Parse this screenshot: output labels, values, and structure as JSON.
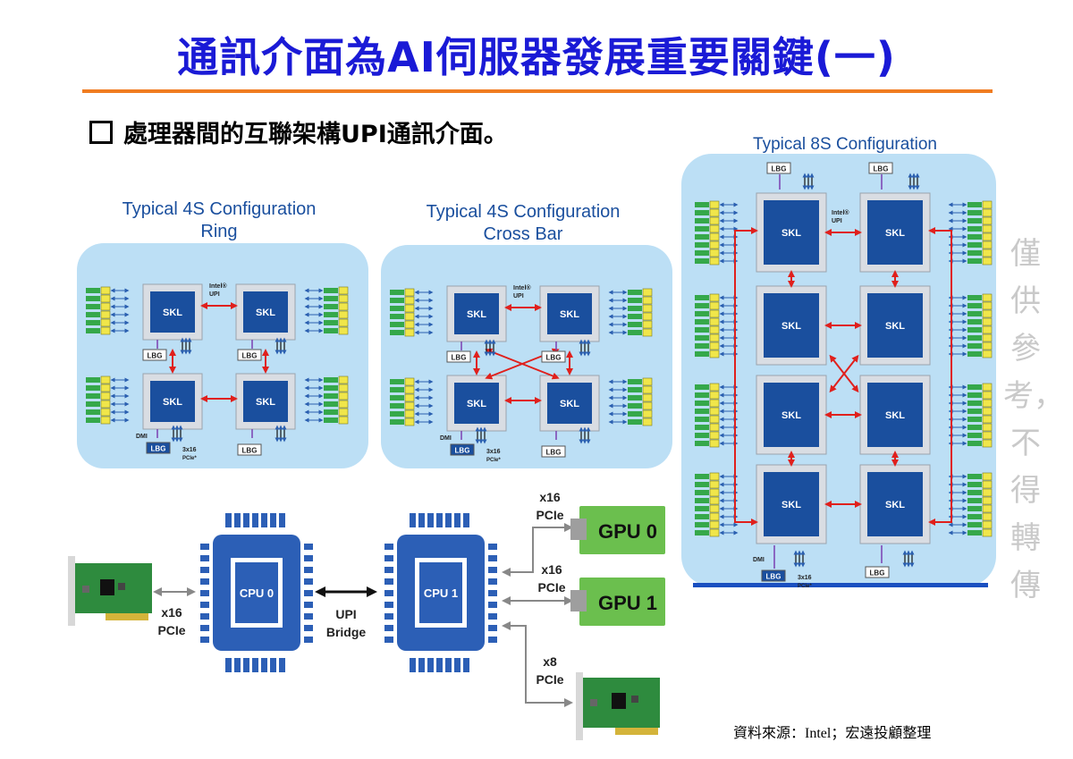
{
  "title": "通訊介面為AI伺服器發展重要關鍵(一)",
  "bullet": "處理器間的互聯架構UPI通訊介面。",
  "source": "資料來源：Intel；宏遠投顧整理",
  "watermark": "僅供參考，不得轉傳",
  "colors": {
    "title": "#1a1ad6",
    "rule": "#f07c20",
    "panel": "#bcdff5",
    "chip": "#1a4f9e",
    "link": "#e0201c",
    "gpu": "#6bbf4e"
  },
  "ring": {
    "title1": "Typical 4S Configuration",
    "title2": "Ring"
  },
  "crossbar": {
    "title1": "Typical 4S Configuration",
    "title2": "Cross Bar"
  },
  "eight": {
    "title": "Typical 8S Configuration"
  },
  "labels": {
    "skl": "SKL",
    "lbg": "LBG",
    "upi1": "Intel®",
    "upi2": "UPI",
    "dmi": "DMI",
    "pcie1": "3x16",
    "pcie2": "PCIe*"
  },
  "bottom": {
    "cpu0": "CPU 0",
    "cpu1": "CPU 1",
    "bridge1": "UPI",
    "bridge2": "Bridge",
    "x16": "x16",
    "x8": "x8",
    "pcie": "PCIe",
    "gpu0": "GPU 0",
    "gpu1": "GPU 1"
  }
}
